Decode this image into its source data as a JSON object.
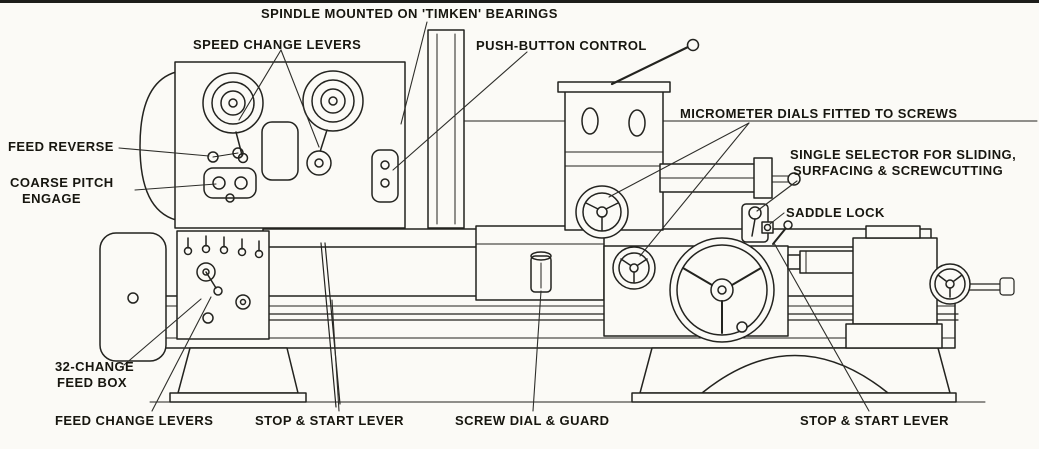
{
  "diagram": {
    "subject": "Annotated engineering line drawing of a lathe",
    "colors": {
      "ink": "#23231f",
      "background": "#fbfaf6"
    },
    "labels": {
      "spindle_bearings": "SPINDLE MOUNTED ON 'TIMKEN' BEARINGS",
      "speed_change_levers": "SPEED CHANGE LEVERS",
      "push_button_control": "PUSH-BUTTON CONTROL",
      "micrometer_dials": "MICROMETER DIALS FITTED TO SCREWS",
      "feed_reverse": "FEED REVERSE",
      "coarse_pitch": [
        "COARSE PITCH",
        "ENGAGE"
      ],
      "single_selector": [
        "SINGLE SELECTOR FOR SLIDING,",
        "SURFACING & SCREWCUTTING"
      ],
      "saddle_lock": "SADDLE LOCK",
      "feed_box": [
        "32-CHANGE",
        "FEED BOX"
      ],
      "feed_change_levers": "FEED CHANGE LEVERS",
      "stop_start_lever_left": "STOP & START LEVER",
      "screw_dial_guard": "SCREW DIAL & GUARD",
      "stop_start_lever_right": "STOP & START LEVER"
    }
  }
}
